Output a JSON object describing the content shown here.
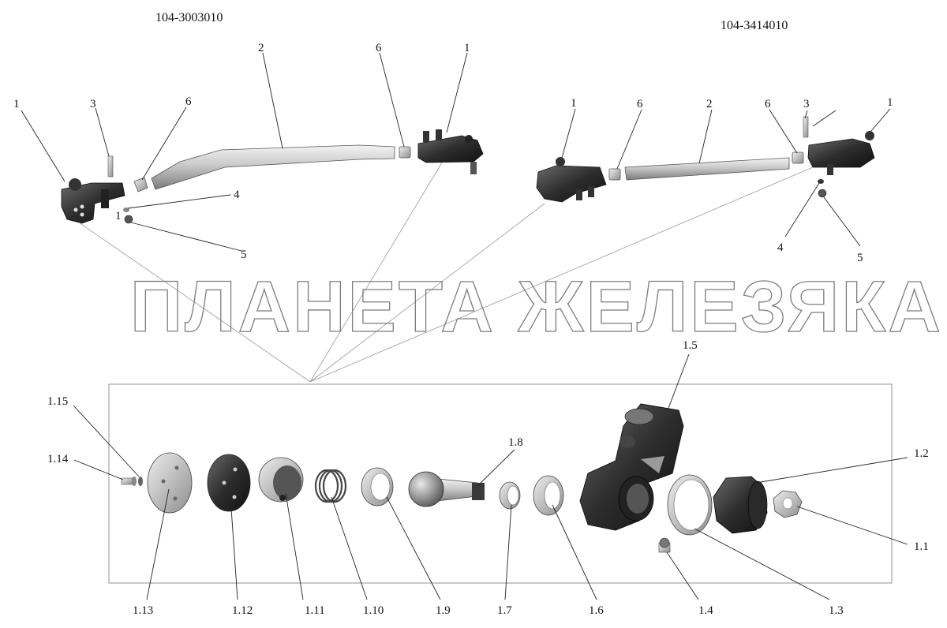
{
  "assemblies": [
    {
      "code": "104-3003010"
    },
    {
      "code": "104-3414010"
    }
  ],
  "watermark": "ПЛАНЕТА ЖЕЛЕЗЯКА",
  "top_left_labels": [
    "1",
    "3",
    "6",
    "4",
    "1",
    "5",
    "2",
    "6",
    "1"
  ],
  "top_right_labels": [
    "1",
    "6",
    "2",
    "6",
    "3",
    "1",
    "4",
    "5"
  ],
  "detail_labels": [
    "1.15",
    "1.14",
    "1.13",
    "1.12",
    "1.11",
    "1.10",
    "1.9",
    "1.8",
    "1.7",
    "1.6",
    "1.5",
    "1.4",
    "1.3",
    "1.2",
    "1.1"
  ],
  "colors": {
    "metal": "#bdbdbd",
    "dark_metal": "#2c2c2c",
    "rubber": "#1a1a1a",
    "leader": "#9a9a9a"
  }
}
